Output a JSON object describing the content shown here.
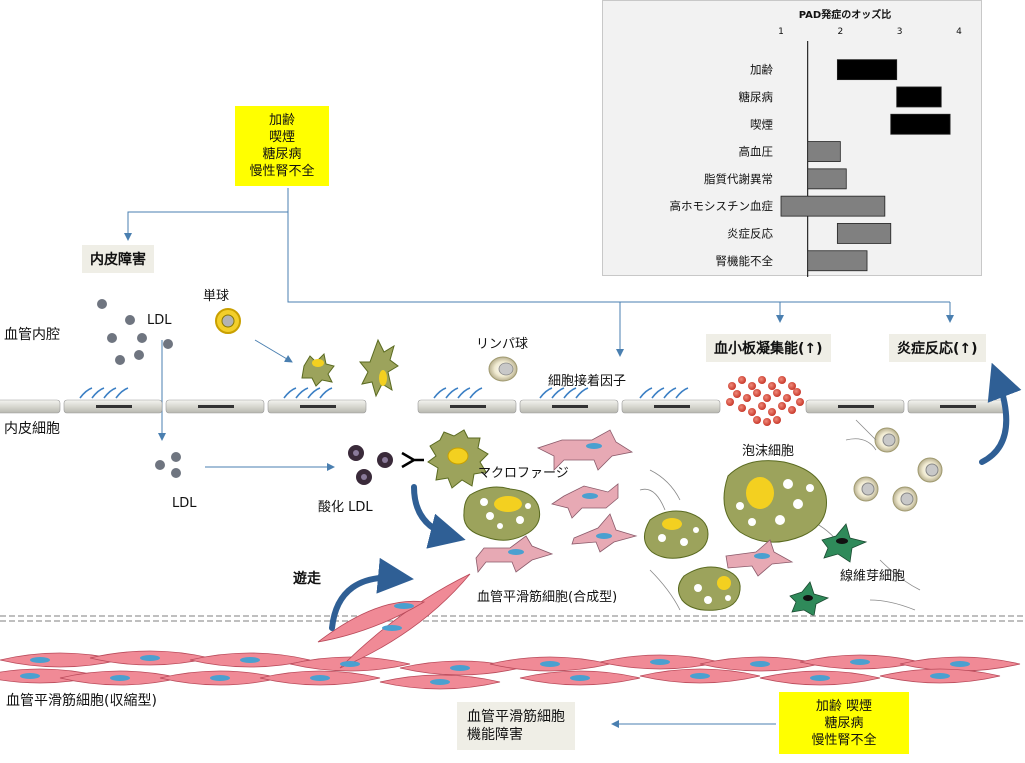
{
  "labels": {
    "risk_top": [
      "加齢",
      "喫煙",
      "糖尿病",
      "慢性腎不全"
    ],
    "endothelial_damage": "内皮障害",
    "vessel_lumen": "血管内腔",
    "endothelial_cell": "内皮細胞",
    "ldl_top": "LDL",
    "ldl_bottom": "LDL",
    "monocyte": "単球",
    "lymphocyte": "リンパ球",
    "adhesion_factor": "細胞接着因子",
    "platelet": "血小板凝集能(↑)",
    "inflammation": "炎症反応(↑)",
    "oxidized_ldl": "酸化 LDL",
    "macrophage": "マクロファージ",
    "foam_cell": "泡沫細胞",
    "fibroblast": "線維芽細胞",
    "migration": "遊走",
    "smc_synthetic": "血管平滑筋細胞(合成型)",
    "smc_contractile": "血管平滑筋細胞(収縮型)",
    "smc_dysfunction": [
      "血管平滑筋細胞",
      "機能障害"
    ],
    "risk_bottom": [
      "加齢 喫煙",
      "糖尿病",
      "慢性腎不全"
    ]
  },
  "chart_data": {
    "type": "bar",
    "orientation": "horizontal-range",
    "title": "PAD発症のオッズ比",
    "x_ticks": [
      "1",
      "2",
      "3",
      "4"
    ],
    "xlim": [
      1,
      4
    ],
    "reference_line": 1.45,
    "categories": [
      "加齢",
      "糖尿病",
      "喫煙",
      "高血圧",
      "脂質代謝異常",
      "高ホモシスチン血症",
      "炎症反応",
      "腎機能不全"
    ],
    "ranges": [
      [
        1.95,
        2.95
      ],
      [
        2.95,
        3.7
      ],
      [
        2.85,
        3.85
      ],
      [
        1.45,
        2.0
      ],
      [
        1.45,
        2.1
      ],
      [
        1.0,
        2.75
      ],
      [
        1.95,
        2.85
      ],
      [
        1.45,
        2.45
      ]
    ],
    "colors": [
      "#000000",
      "#000000",
      "#000000",
      "#808080",
      "#808080",
      "#808080",
      "#808080",
      "#808080"
    ]
  }
}
